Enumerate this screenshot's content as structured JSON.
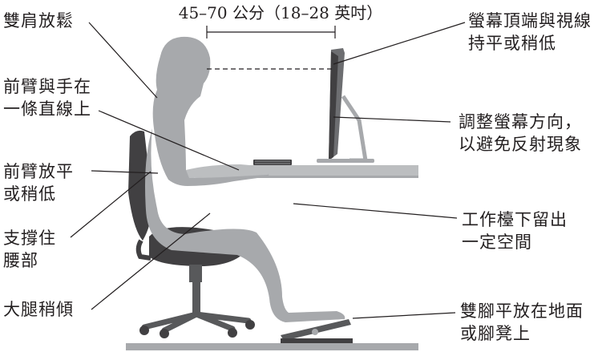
{
  "distance_label": "45–70 公分（18–28 英吋）",
  "labels": {
    "shoulders": [
      "雙肩放鬆"
    ],
    "forearm_hand": [
      "前臂與手在",
      "一條直線上"
    ],
    "forearm_level": [
      "前臂放平",
      "或稍低"
    ],
    "lumbar": [
      "支撐住",
      "腰部"
    ],
    "thighs": [
      "大腿稍傾"
    ],
    "monitor_top": [
      "螢幕頂端與視線",
      "持平或稍低"
    ],
    "monitor_angle": [
      "調整螢幕方向，",
      "以避免反射現象"
    ],
    "desk_clearance": [
      "工作檯下留出",
      "一定空間"
    ],
    "feet": [
      "雙腳平放在地面",
      "或腳凳上"
    ]
  },
  "colors": {
    "figure": "#a7a9ac",
    "chair": "#58595b",
    "desk": "#bcbec0",
    "monitor": "#6d6e71",
    "floor": "#a7a9ac",
    "line": "#231f20"
  }
}
